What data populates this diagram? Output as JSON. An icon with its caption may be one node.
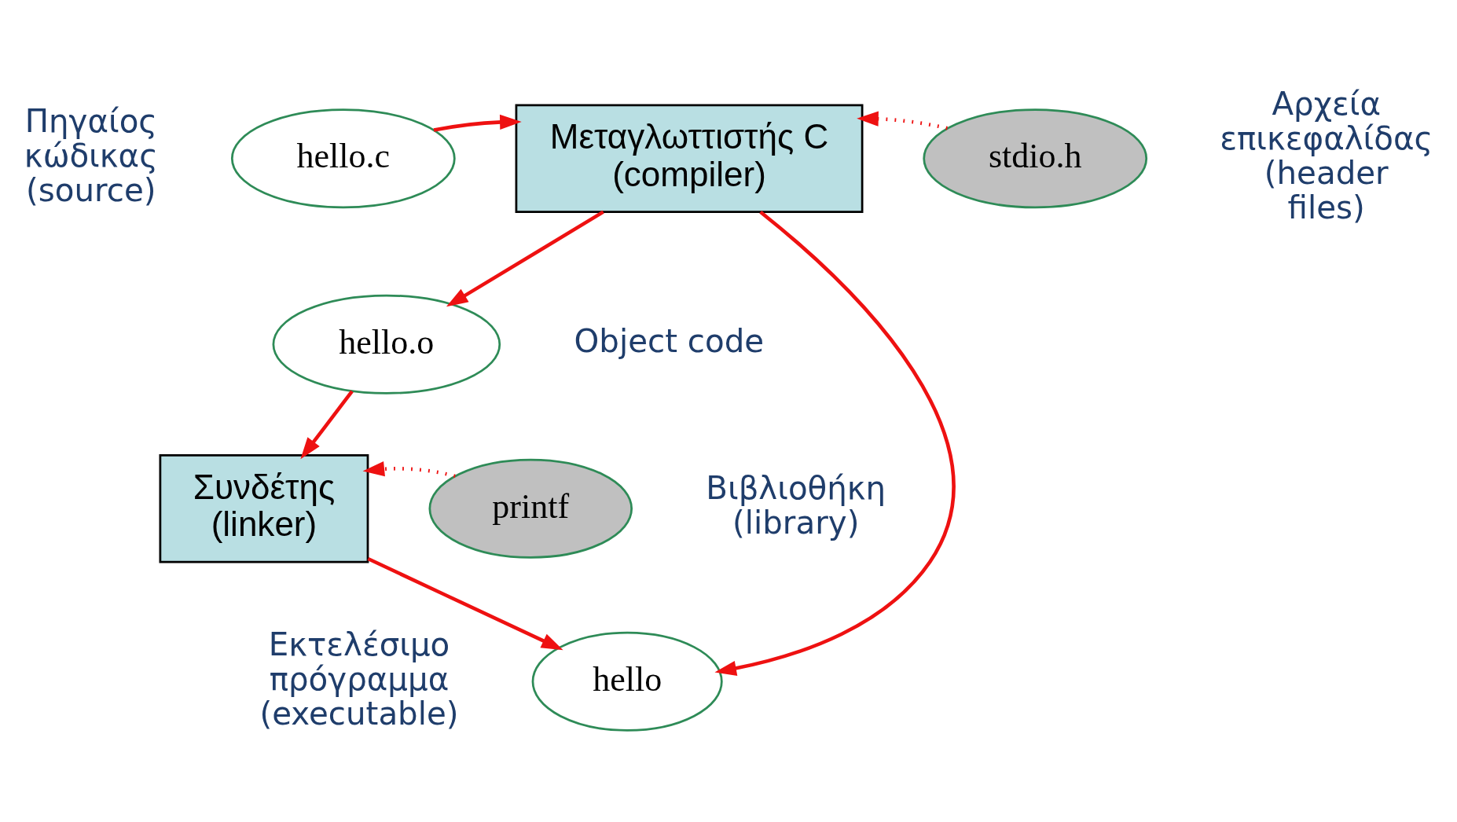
{
  "diagram": {
    "nodes": [
      {
        "text": [
          "hello.c"
        ],
        "beside": [
          "Πηγαίος κώδικας (source)"
        ]
      },
      {
        "text": [
          "Μεταγλωττιστής C (compiler)"
        ]
      },
      {
        "text": [
          "stdio.h"
        ],
        "beside": [
          "Αρχεία επικεφαλίδας (header files)"
        ]
      },
      {
        "text": [
          "hello.o"
        ],
        "beside": [
          "Object code"
        ]
      },
      {
        "text": [
          "Συνδέτης (linker)"
        ]
      },
      {
        "text": [
          "printf"
        ],
        "beside": [
          "Βιβλιοθήκη (library)"
        ]
      },
      {
        "text": [
          "hello"
        ],
        "beside": [
          "Εκτελέσιμο πρόγραμμα (executable)"
        ]
      }
    ],
    "edges": [
      {
        "from": 0,
        "to": 1,
        "arrow": "to"
      },
      {
        "from": 2,
        "to": 1,
        "arrow": "to",
        "style": "dashed"
      },
      {
        "from": 1,
        "to": 3,
        "arrow": "to"
      },
      {
        "from": 1,
        "to": 6,
        "arrow": "to"
      },
      {
        "from": 3,
        "to": 4,
        "arrow": "to"
      },
      {
        "from": 5,
        "to": 4,
        "arrow": "to",
        "style": "dashed"
      },
      {
        "from": 4,
        "to": 6,
        "arrow": "to"
      }
    ]
  }
}
